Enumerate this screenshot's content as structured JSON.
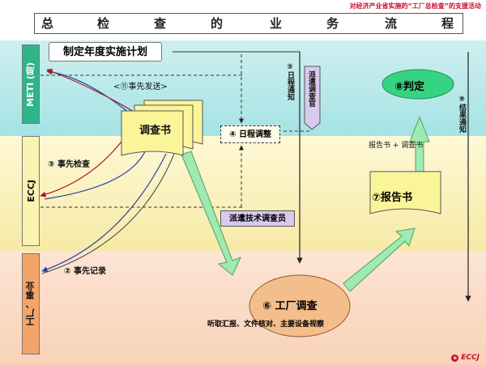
{
  "header": {
    "top_note": "对经济产业省实施的“工厂总检查”的支援活动",
    "title_chars": [
      "总",
      "检",
      "查",
      "的",
      "业",
      "务",
      "流",
      "程"
    ]
  },
  "lanes": {
    "meti": "METI (局)",
    "eccj": "ECCJ",
    "factory": "工厂、事业"
  },
  "boxes": {
    "plan": "制定年度实施计划",
    "survey_form": "调查书",
    "schedule": "④ 日程调整",
    "tech_staff": "派遣技术调查员",
    "dispatch_official": "派遣调查官",
    "judge": "⑧判定",
    "report": "⑦报告书",
    "factory_survey": "⑥ 工厂调查",
    "factory_survey_sub": "听取汇报、文件核对、主要设备视察"
  },
  "labels": {
    "step1": "<⑪事先发送>",
    "step3": "③ 事先检查",
    "step2": "② 事先记录",
    "step5": "⑤日程通知",
    "step9": "⑨结果通知",
    "report_plus": "报告书 + 调查书"
  },
  "logo": {
    "mark": "e",
    "text": "ECCJ"
  },
  "colors": {
    "lane_top": "#a5e3e4",
    "lane_mid": "#f6eaa6",
    "lane_bot": "#f8d2b8",
    "meti_green": "#2fb589",
    "factory_orange": "#f3a468",
    "judge_green": "#35d480",
    "arrow_green": "#9eeab0",
    "accent_red": "#c8102e"
  }
}
